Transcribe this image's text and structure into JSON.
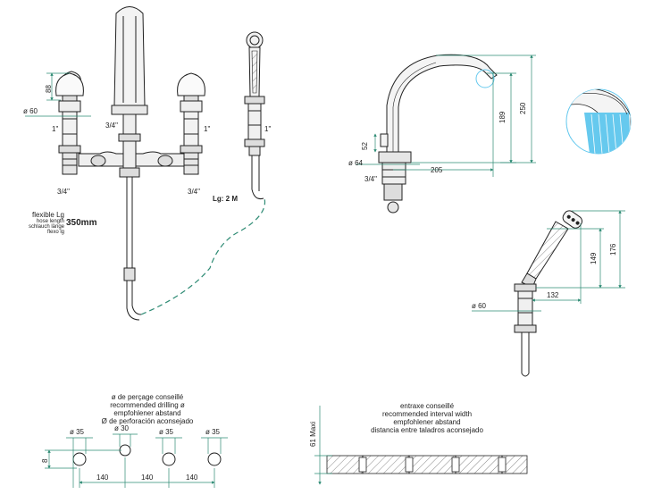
{
  "dims": {
    "h88": "88",
    "d60_left": "60",
    "one_inch_left": "1\"",
    "three_quarter_center": "3/4\"",
    "one_inch_center_right": "1\"",
    "one_inch_shower": "1\"",
    "three_quarter_bl": "3/4\"",
    "three_quarter_br": "3/4\"",
    "lg_2m": "Lg: 2 M",
    "hose_350": "350mm",
    "spout_189": "189",
    "spout_250": "250",
    "spout_52": "52",
    "spout_d64": "64",
    "spout_205": "205",
    "spout_3_4": "3/4\"",
    "shower_149": "149",
    "shower_176": "176",
    "shower_d60": "60",
    "shower_132": "132",
    "drill_d35_1": "35",
    "drill_d30": "30",
    "drill_d35_3": "35",
    "drill_d35_4": "35",
    "drill_8": "8",
    "drill_140_1": "140",
    "drill_140_2": "140",
    "drill_140_3": "140",
    "maxi_61": "61 Maxi"
  },
  "flexible": {
    "title": "flexible Lg",
    "lines": [
      "hose length",
      "schlauch länge",
      "flexo lg"
    ]
  },
  "drilling": {
    "title": "ø de perçage conseillé",
    "lines": [
      "recommended drilling ø",
      "empfohlener abstand",
      "Ø de perforación aconsejado"
    ]
  },
  "interval": {
    "title": "entraxe conseillé",
    "lines": [
      "recommended interval width",
      "empfohlener abstand",
      "distancia entre taladros aconsejado"
    ]
  },
  "colors": {
    "line": "#222222",
    "dim": "#2e8b74",
    "hose_dash": "#2e8b74",
    "detail_blue": "#66c9ee"
  }
}
